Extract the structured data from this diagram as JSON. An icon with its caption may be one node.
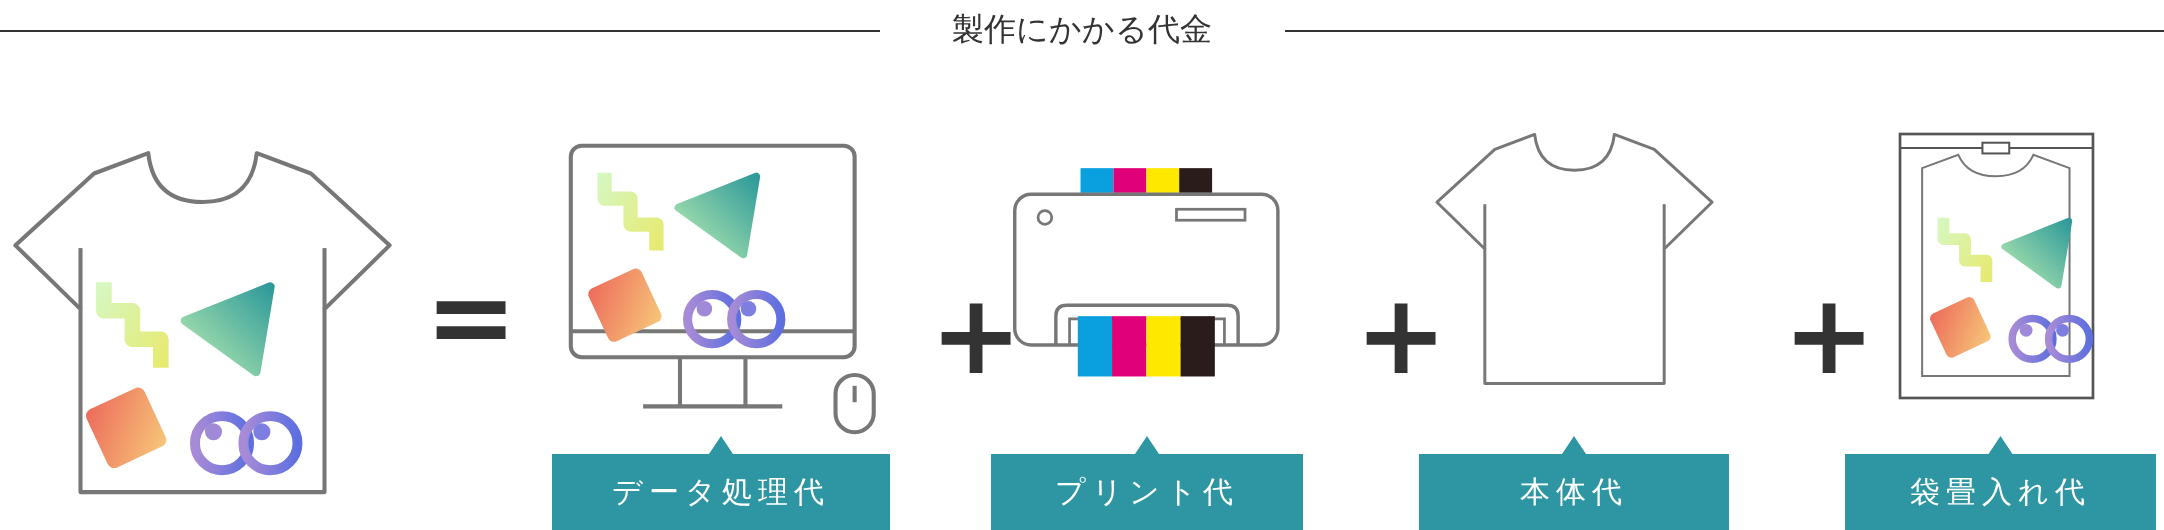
{
  "diagram": {
    "title": "製作にかかる代金",
    "nodes": [
      {
        "text": [
          "データ処理代"
        ]
      },
      {
        "text": [
          "プリント代"
        ]
      },
      {
        "text": [
          "本体代"
        ]
      },
      {
        "text": [
          "袋畳入れ代"
        ]
      }
    ],
    "labels": [
      "=",
      "+",
      "+",
      "+"
    ]
  }
}
